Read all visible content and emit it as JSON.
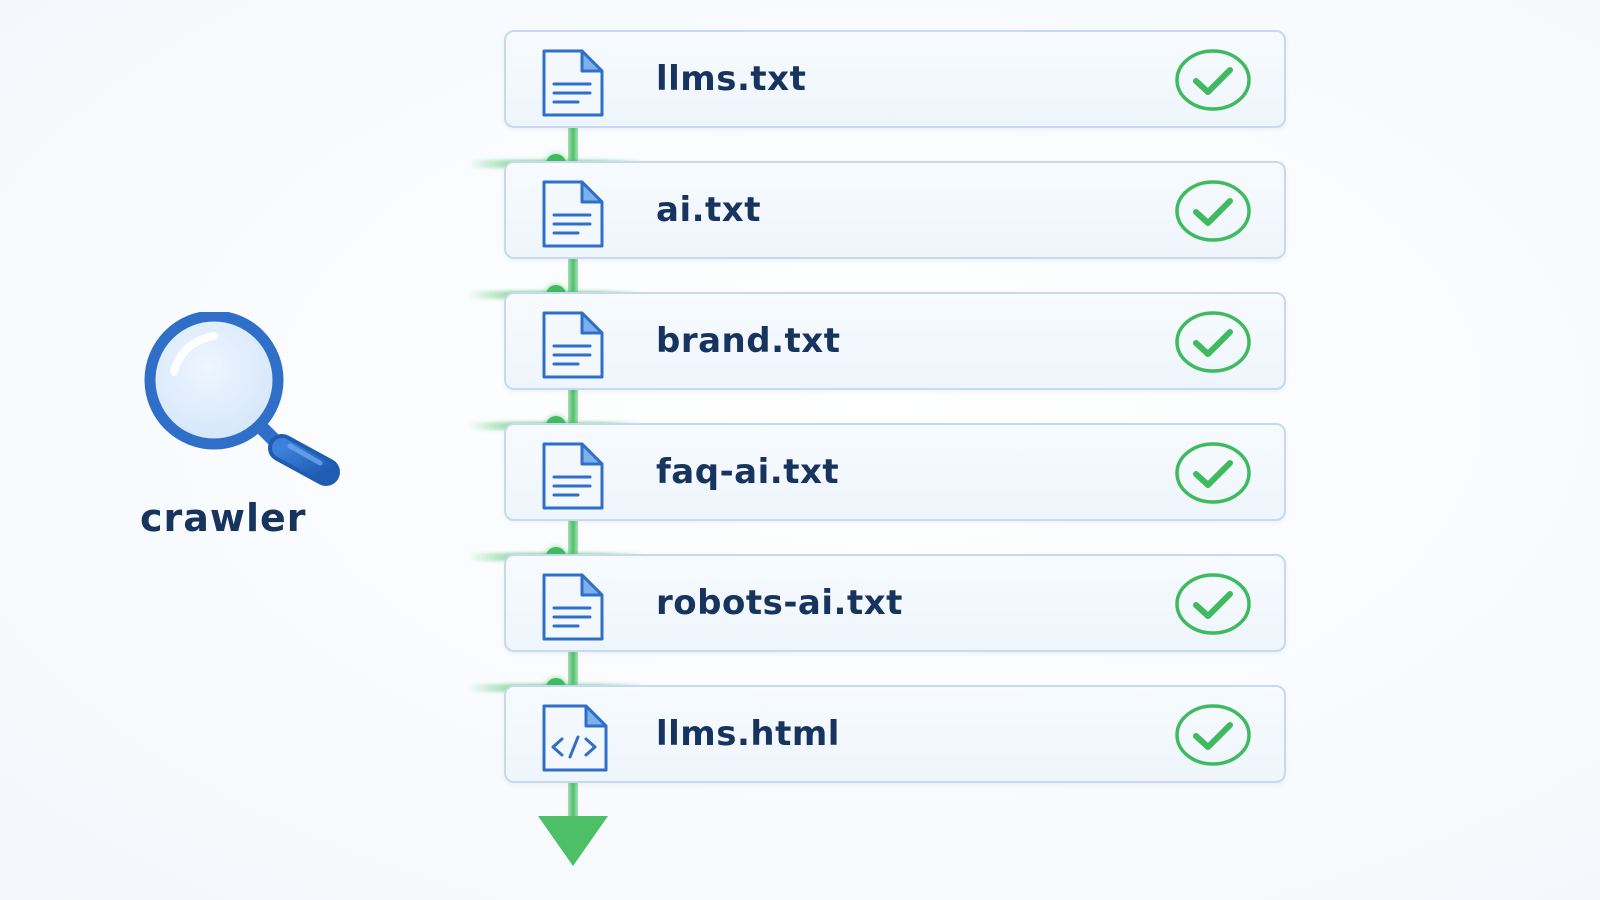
{
  "crawler": {
    "label": "crawler",
    "icon": "magnifying-glass-icon"
  },
  "files": [
    {
      "name": "llms.txt",
      "icon": "text-file-icon",
      "status": "check-icon"
    },
    {
      "name": "ai.txt",
      "icon": "text-file-icon",
      "status": "check-icon"
    },
    {
      "name": "brand.txt",
      "icon": "text-file-icon",
      "status": "check-icon"
    },
    {
      "name": "faq-ai.txt",
      "icon": "text-file-icon",
      "status": "check-icon"
    },
    {
      "name": "robots-ai.txt",
      "icon": "text-file-icon",
      "status": "check-icon"
    },
    {
      "name": "llms.html",
      "icon": "code-file-icon",
      "status": "check-icon"
    }
  ],
  "colors": {
    "primary_text": "#16345e",
    "accent_blue": "#2f6fc8",
    "success_green": "#3fba5f",
    "card_border": "#c6d9ee"
  }
}
